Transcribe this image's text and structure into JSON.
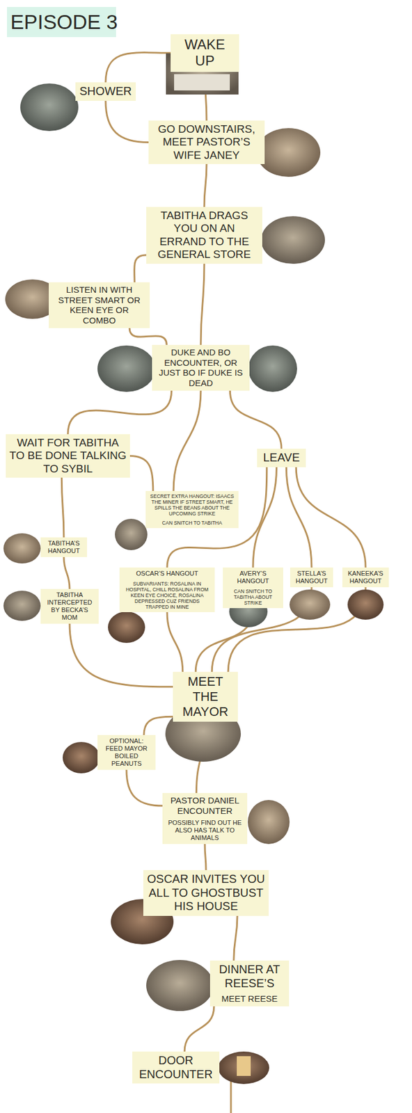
{
  "diagram": {
    "title": "EPISODE 3",
    "nodes": [
      {
        "text": [
          "WAKE UP"
        ]
      },
      {
        "text": [
          "SHOWER"
        ]
      },
      {
        "text": [
          "GO DOWNSTAIRS, MEET PASTOR’S WIFE JANEY"
        ]
      },
      {
        "text": [
          "TABITHA DRAGS YOU ON AN ERRAND TO THE GENERAL STORE"
        ]
      },
      {
        "text": [
          "LISTEN IN WITH STREET SMART OR KEEN EYE OR COMBO"
        ]
      },
      {
        "text": [
          "DUKE AND BO ENCOUNTER, OR JUST BO IF DUKE IS DEAD"
        ]
      },
      {
        "text": [
          "WAIT FOR TABITHA TO BE DONE TALKING TO SYBIL"
        ]
      },
      {
        "text": [
          "LEAVE"
        ]
      },
      {
        "text": [
          "SECRET EXTRA HANGOUT: ISAACS THE MINER IF STREET SMART, HE SPILLS THE BEANS ABOUT THE UPCOMING STRIKE",
          "CAN SNITCH TO TABITHA"
        ]
      },
      {
        "text": [
          "TABITHA’S HANGOUT"
        ]
      },
      {
        "text": [
          "TABITHA INTERCEPTED BY BECKA’S MOM"
        ]
      },
      {
        "text": [
          "OSCAR’S HANGOUT",
          "SUBVARIANTS: ROSALINA IN HOSPITAL, CHILL ROSALINA FROM KEEN EYE CHOICE, ROSALINA DEPRESSED CUZ FRIENDS TRAPPED IN MINE"
        ]
      },
      {
        "text": [
          "AVERY’S HANGOUT",
          "CAN SNITCH TO TABITHA ABOUT STRIKE"
        ]
      },
      {
        "text": [
          "STELLA’S HANGOUT"
        ]
      },
      {
        "text": [
          "KANEEKA’S HANGOUT"
        ]
      },
      {
        "text": [
          "MEET THE MAYOR"
        ]
      },
      {
        "text": [
          "OPTIONAL: FEED MAYOR BOILED PEANUTS"
        ]
      },
      {
        "text": [
          "PASTOR DANIEL ENCOUNTER",
          "POSSIBLY FIND OUT HE ALSO HAS TALK TO ANIMALS"
        ]
      },
      {
        "text": [
          "OSCAR INVITES YOU ALL TO GHOSTBUST HIS HOUSE"
        ]
      },
      {
        "text": [
          "DINNER AT REESE’S",
          "MEET REESE"
        ]
      },
      {
        "text": [
          "DOOR ENCOUNTER"
        ]
      }
    ],
    "edges": [
      {
        "from": 0,
        "to": 1,
        "arrow": "none"
      },
      {
        "from": 0,
        "to": 2,
        "arrow": "none"
      },
      {
        "from": 1,
        "to": 2,
        "arrow": "none"
      },
      {
        "from": 2,
        "to": 3,
        "arrow": "none"
      },
      {
        "from": 3,
        "to": 4,
        "arrow": "none"
      },
      {
        "from": 3,
        "to": 5,
        "arrow": "none"
      },
      {
        "from": 4,
        "to": 5,
        "arrow": "none"
      },
      {
        "from": 5,
        "to": 6,
        "arrow": "none"
      },
      {
        "from": 5,
        "to": 8,
        "arrow": "none"
      },
      {
        "from": 5,
        "to": 7,
        "arrow": "none"
      },
      {
        "from": 6,
        "to": 8,
        "arrow": "none"
      },
      {
        "from": 6,
        "to": 9,
        "arrow": "none"
      },
      {
        "from": 9,
        "to": 10,
        "arrow": "none"
      },
      {
        "from": 10,
        "to": 15,
        "arrow": "none"
      },
      {
        "from": 7,
        "to": 11,
        "arrow": "none"
      },
      {
        "from": 7,
        "to": 12,
        "arrow": "none"
      },
      {
        "from": 7,
        "to": 13,
        "arrow": "none"
      },
      {
        "from": 7,
        "to": 14,
        "arrow": "none"
      },
      {
        "from": 11,
        "to": 15,
        "arrow": "none"
      },
      {
        "from": 12,
        "to": 15,
        "arrow": "none"
      },
      {
        "from": 13,
        "to": 15,
        "arrow": "none"
      },
      {
        "from": 14,
        "to": 15,
        "arrow": "none"
      },
      {
        "from": 15,
        "to": 16,
        "arrow": "none"
      },
      {
        "from": 15,
        "to": 17,
        "arrow": "none"
      },
      {
        "from": 16,
        "to": 17,
        "arrow": "none"
      },
      {
        "from": 17,
        "to": 18,
        "arrow": "none"
      },
      {
        "from": 18,
        "to": 19,
        "arrow": "none"
      },
      {
        "from": 19,
        "to": 20,
        "arrow": "none"
      }
    ]
  }
}
